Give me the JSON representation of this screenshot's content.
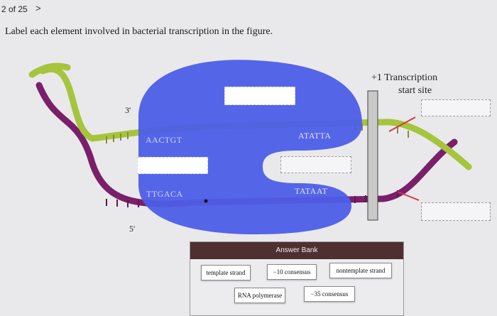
{
  "nav": {
    "counter": "2 of 25",
    "next_icon": ">"
  },
  "question": {
    "text": "Label each element involved in bacterial transcription in the figure."
  },
  "figure": {
    "label_3prime": "3'",
    "label_5prime": "5'",
    "start_site_line1": "+1 Transcription",
    "start_site_line2": "start site",
    "seq_aactgt": "AACTGT",
    "seq_ttgaca": "TTGACA",
    "seq_atatta": "ATATTA",
    "seq_tataat": "TATAAT"
  },
  "answer_bank": {
    "title": "Answer Bank",
    "items": [
      "template strand",
      "−10 consensus",
      "nontemplate strand",
      "RNA polymerase",
      "−35 consensus"
    ]
  },
  "colors": {
    "polymerase": "#4d5ee8",
    "template_strand": "#7a1f6a",
    "nontemplate_strand": "#a6c43c",
    "bank_header": "#4e3030"
  }
}
